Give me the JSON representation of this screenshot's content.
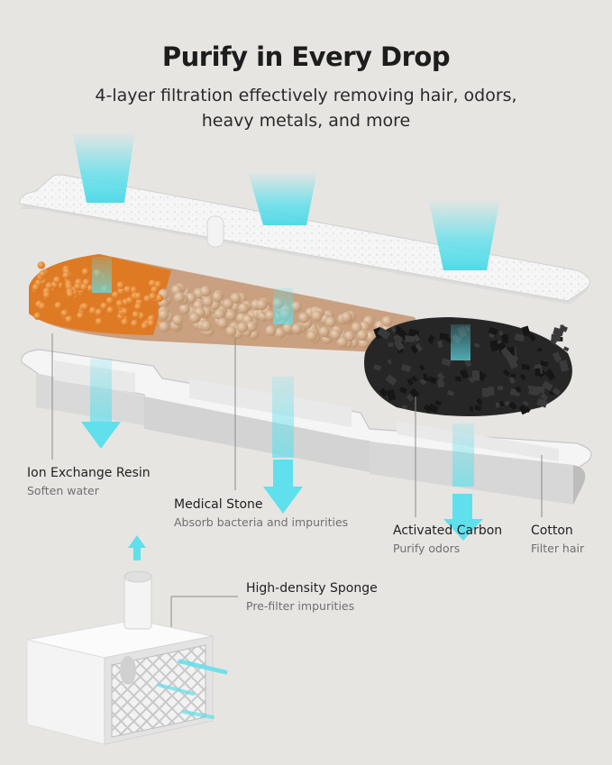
{
  "header": {
    "title": "Purify in Every Drop",
    "subtitle_line1": "4-layer filtration effectively removing hair, odors,",
    "subtitle_line2": "heavy metals, and more"
  },
  "layers": [
    {
      "name": "Ion Exchange Resin",
      "description": "Soften water",
      "color": "#e9872f"
    },
    {
      "name": "Medical Stone",
      "description": "Absorb bacteria and impurities",
      "color": "#cfa988"
    },
    {
      "name": "Activated Carbon",
      "description": "Purify odors",
      "color": "#2b2b2b"
    },
    {
      "name": "Cotton",
      "description": "Filter hair",
      "color": "#f4f4f4"
    }
  ],
  "pump": {
    "name": "High-density Sponge",
    "description": "Pre-filter impurities"
  },
  "colors": {
    "water_flow": "#5fe0ec",
    "background": "#e7e5e2",
    "text": "#1d1d1d"
  }
}
